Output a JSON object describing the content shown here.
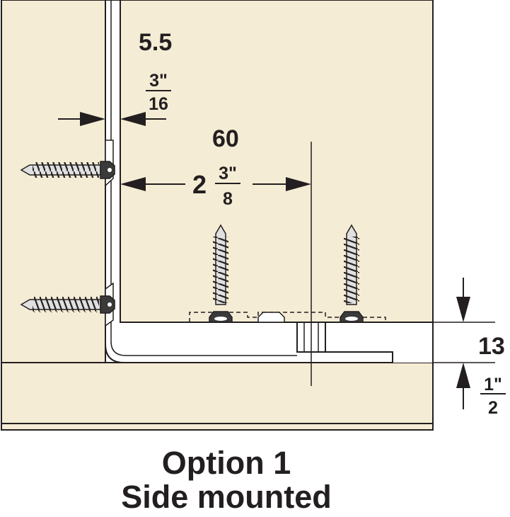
{
  "diagram": {
    "colors": {
      "panel": "#f5ecd5",
      "line": "#231f20",
      "screw": "#3a3a3a",
      "background": "#ffffff"
    },
    "labels": {
      "side_gap_metric": "5.5",
      "side_gap_num": "3\"",
      "side_gap_den": "16",
      "setback_metric": "60",
      "setback_whole": "2",
      "setback_num": "3\"",
      "setback_den": "8",
      "height_metric": "13",
      "height_num": "1\"",
      "height_den": "2"
    },
    "caption": {
      "line1": "Option 1",
      "line2": "Side mounted"
    }
  }
}
